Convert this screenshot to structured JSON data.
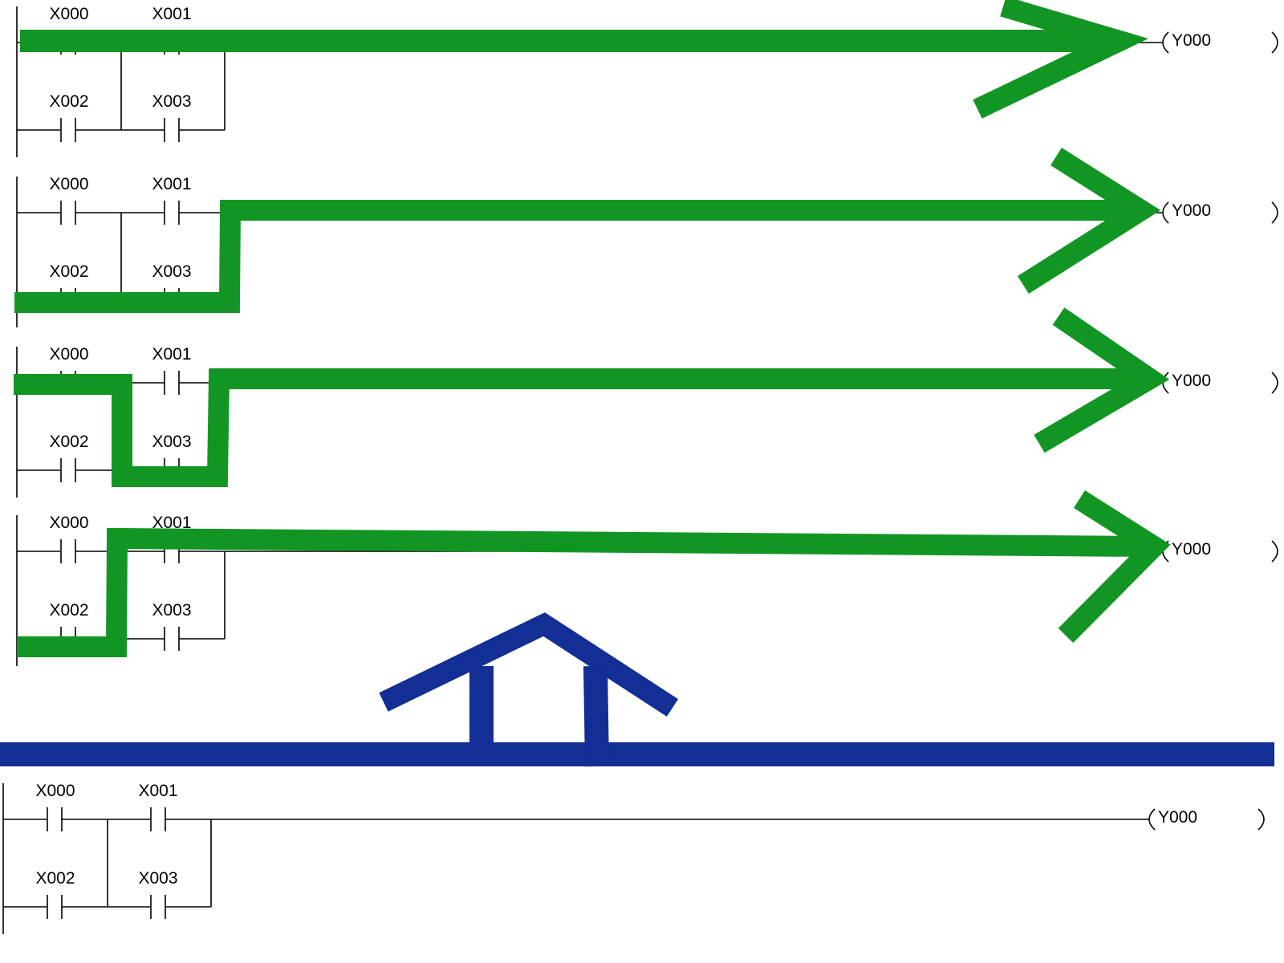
{
  "colors": {
    "wire": "#000000",
    "flow_arrow": "#129623",
    "divider": "#132e94"
  },
  "panels": [
    {
      "role": "example",
      "contacts": {
        "top_left": "X000",
        "top_right": "X001",
        "bottom_left": "X002",
        "bottom_right": "X003"
      },
      "coil": "Y000",
      "highlighted_path": "X000 -> X001 -> Y000"
    },
    {
      "role": "example",
      "contacts": {
        "top_left": "X000",
        "top_right": "X001",
        "bottom_left": "X002",
        "bottom_right": "X003"
      },
      "coil": "Y000",
      "highlighted_path": "X002 -> X003 -> Y000"
    },
    {
      "role": "example",
      "contacts": {
        "top_left": "X000",
        "top_right": "X001",
        "bottom_left": "X002",
        "bottom_right": "X003"
      },
      "coil": "Y000",
      "highlighted_path": "X000 -> X003 -> Y000"
    },
    {
      "role": "example",
      "contacts": {
        "top_left": "X000",
        "top_right": "X001",
        "bottom_left": "X002",
        "bottom_right": "X003"
      },
      "coil": "Y000",
      "highlighted_path": "X002 -> X001 -> Y000"
    },
    {
      "role": "summary",
      "contacts": {
        "top_left": "X000",
        "top_right": "X001",
        "bottom_left": "X002",
        "bottom_right": "X003"
      },
      "coil": "Y000"
    }
  ]
}
